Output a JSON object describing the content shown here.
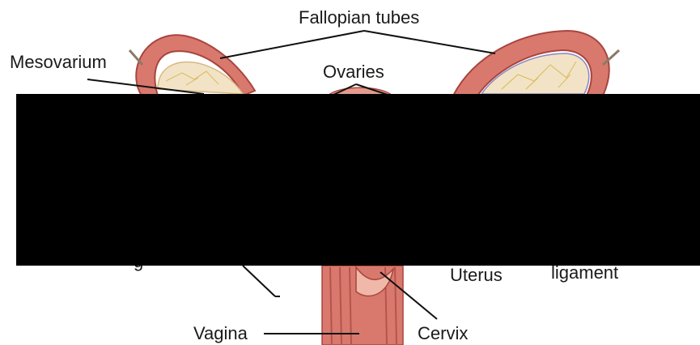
{
  "labels": {
    "fallopian_tubes": "Fallopian tubes",
    "mesovarium": "Mesovarium",
    "ovaries": "Ovaries",
    "uterus": "Uterus",
    "ligament": "ligament",
    "vagina": "Vagina",
    "cervix": "Cervix"
  },
  "colors": {
    "tissue": "#d9796e",
    "tissue_dark": "#a8453f",
    "tissue_light": "#f0b8a8",
    "redaction": "#000000",
    "line": "#111111"
  }
}
